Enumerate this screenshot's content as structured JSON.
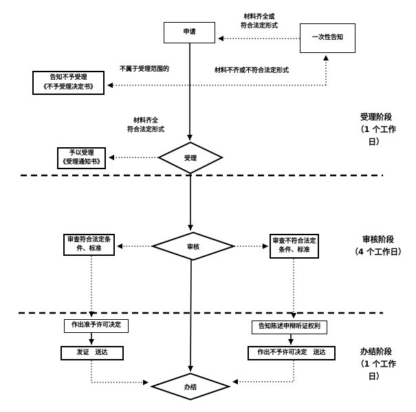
{
  "flowchart": {
    "nodes": {
      "apply": {
        "label": "申请"
      },
      "one_time_notice": {
        "label": "一次性告知"
      },
      "reject_notice": {
        "label": "告知不予受理\n《不予受理决定书》"
      },
      "accept_notice": {
        "label": "予以受理\n《受理通知书》"
      },
      "accept_decision": {
        "label": "受理"
      },
      "review_decision": {
        "label": "审核"
      },
      "review_pass": {
        "label": "审查符合法定条\n件、标准"
      },
      "review_fail": {
        "label": "审查不符合法定\n条件、标准"
      },
      "grant_decision": {
        "label": "作出准予许可决定"
      },
      "issue_deliver": {
        "label": "发证　送达"
      },
      "notify_rights": {
        "label": "告知陈述申辩听证权利"
      },
      "deny_decision": {
        "label": "作出不予许可决定　送达"
      },
      "finish": {
        "label": "办结"
      }
    },
    "edge_labels": {
      "complete_or_legal": "材料齐全或\n符合法定形式",
      "not_in_scope": "不属于受理范围的",
      "incomplete_or_illegal": "材料不齐或不符合法定形式",
      "complete_legal": "材料齐全\n符合法定形式"
    },
    "stages": [
      {
        "label": "受理阶段\n（1 个工作\n日）"
      },
      {
        "label": "审核阶段\n（4 个工作日）"
      },
      {
        "label": "办结阶段\n（1 个工作\n日）"
      }
    ],
    "colors": {
      "line": "#000000",
      "background": "#ffffff",
      "text": "#000000"
    }
  }
}
